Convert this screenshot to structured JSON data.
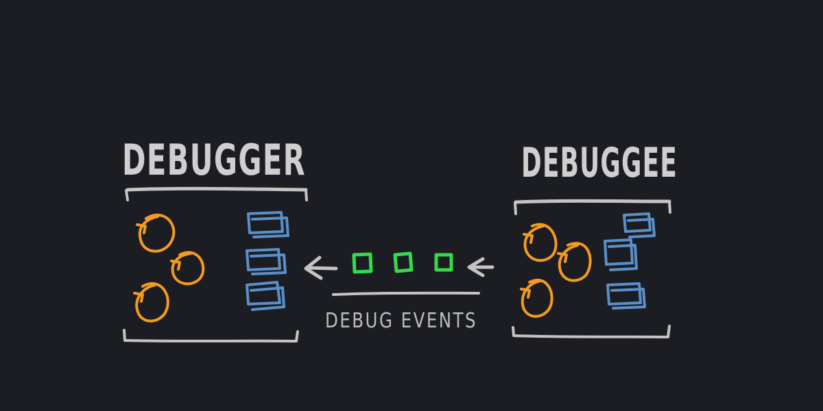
{
  "debugger": {
    "title": "DEBUGGER"
  },
  "debuggee": {
    "title": "DEBUGGEE"
  },
  "channel": {
    "label": "DEBUG EVENTS"
  },
  "colors": {
    "background": "#1b1d22",
    "text": "#c4c4c4",
    "thread": "#f39a22",
    "stack": "#5b8fc7",
    "event": "#35d94a"
  }
}
